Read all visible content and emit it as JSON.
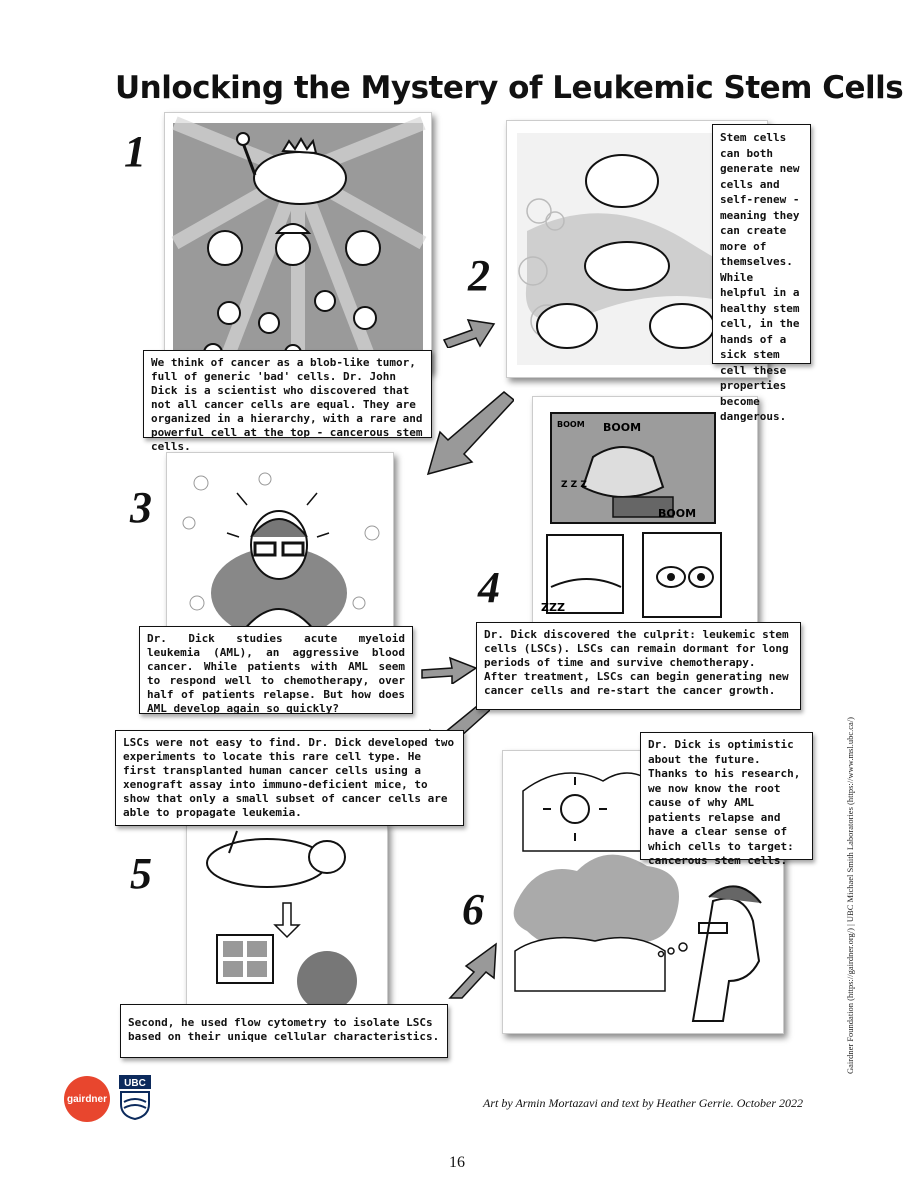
{
  "title": "Unlocking the Mystery of Leukemic Stem Cells",
  "panels": [
    {
      "number": "1",
      "caption_parts": [
        "We think of cancer as a blob-like tumor, full of generic 'bad' cells. Dr. John Dick is a scientist who discovered that not all cancer cells are equal. They are organized in a hierarchy, with a rare and powerful cell at the top - cancerous stem cells."
      ]
    },
    {
      "number": "2",
      "caption_parts": [
        "Stem cells can both generate new cells and self-renew - meaning they can create more of themselves. While helpful in a healthy stem cell, in the hands of a sick stem cell these properties become dangerous."
      ]
    },
    {
      "number": "3",
      "caption_parts": [
        "Dr. Dick studies ",
        "acute myeloid leukemia",
        " (AML), an aggressive blood cancer. While patients with AML seem to respond well to chemotherapy, over half of patients relapse. But how does AML develop again so quickly?"
      ]
    },
    {
      "number": "4",
      "caption_parts": [
        "Dr. Dick discovered the culprit: ",
        "leukemic stem cells",
        " (LSCs). LSCs can remain dormant for long periods of time and survive chemotherapy. After treatment, LSCs can begin generating new cancer cells and re-start the cancer growth."
      ]
    },
    {
      "number": "5",
      "caption_parts": [
        "LSCs were not easy to find. Dr. Dick developed two experiments to locate this rare cell type. He first transplanted human cancer cells using a ",
        "xenograft assay",
        " into immuno-deficient mice, to show that only a small subset of cancer cells are able to propagate leukemia."
      ],
      "caption2_parts": [
        "Second, he used ",
        "flow cytometry",
        " to isolate LSCs based on their unique cellular characteristics."
      ]
    },
    {
      "number": "6",
      "caption_parts": [
        "Dr. Dick is optimistic about the future. Thanks to his research, we now know the root cause of why AML patients relapse and have a clear sense of which cells to target: cancerous stem cells."
      ]
    }
  ],
  "art_text": {
    "boom1": "BOOM",
    "boom2": "BOOM",
    "boom3": "BOOM",
    "zzz": "Z Z Z",
    "zzz2": "ZZZ"
  },
  "credit": "Art by Armin Mortazavi and text by Heather Gerrie. October 2022",
  "page_number": "16",
  "side_text": "Gairdner Foundation (https://gairdner.org/) | UBC Michael Smith Laboratories (https://www.msl.ubc.ca/)",
  "logos": {
    "gairdner": "gairdner",
    "ubc": "UBC"
  }
}
